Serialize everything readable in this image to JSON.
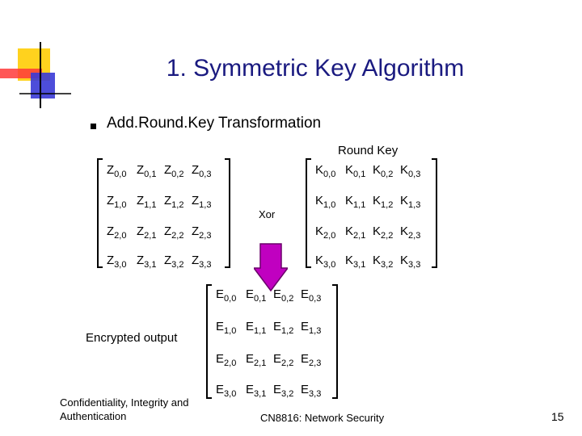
{
  "slide": {
    "title": "1. Symmetric Key Algorithm",
    "subtitle": "Add.Round.Key Transformation",
    "round_key_label": "Round Key",
    "xor_label": "Xor",
    "encrypted_label": "Encrypted output",
    "footer_left": "Confidentiality, Integrity and Authentication",
    "footer_center": "CN8816: Network Security",
    "page_number": "15",
    "accent_color": "#1a1a80",
    "arrow_color": "#c000c0"
  },
  "matrices": {
    "z": {
      "letter": "Z",
      "rows": [
        [
          "0,0",
          "0,1",
          "0,2",
          "0,3"
        ],
        [
          "1,0",
          "1,1",
          "1,2",
          "1,3"
        ],
        [
          "2,0",
          "2,1",
          "2,2",
          "2,3"
        ],
        [
          "3,0",
          "3,1",
          "3,2",
          "3,3"
        ]
      ]
    },
    "k": {
      "letter": "K",
      "rows": [
        [
          "0,0",
          "0,1",
          "0,2",
          "0,3"
        ],
        [
          "1,0",
          "1,1",
          "1,2",
          "1,3"
        ],
        [
          "2,0",
          "2,1",
          "2,2",
          "2,3"
        ],
        [
          "3,0",
          "3,1",
          "3,2",
          "3,3"
        ]
      ]
    },
    "e": {
      "letter": "E",
      "rows": [
        [
          "0,0",
          "0,1",
          "0,2",
          "0,3"
        ],
        [
          "1,0",
          "1,1",
          "1,2",
          "1,3"
        ],
        [
          "2,0",
          "2,1",
          "2,2",
          "2,3"
        ],
        [
          "3,0",
          "3,1",
          "3,2",
          "3,3"
        ]
      ]
    }
  }
}
